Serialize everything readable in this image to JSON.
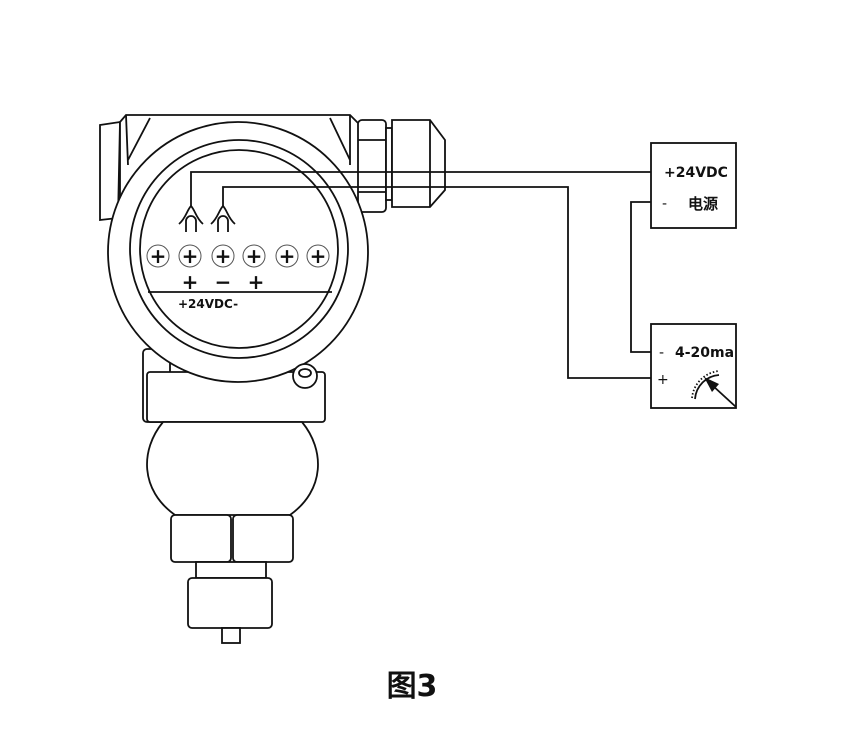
{
  "transmitter": {
    "terminal_signs": [
      "+",
      "−",
      "+"
    ],
    "terminal_label": "+24VDC-"
  },
  "power_supply": {
    "plus_label": "+24VDC",
    "minus_label": "-",
    "name": "电源"
  },
  "meter": {
    "minus_label": "-",
    "range_label": "4-20ma",
    "plus_label": "+"
  },
  "caption": "图3",
  "colors": {
    "line": "#111111",
    "background": "#ffffff"
  }
}
